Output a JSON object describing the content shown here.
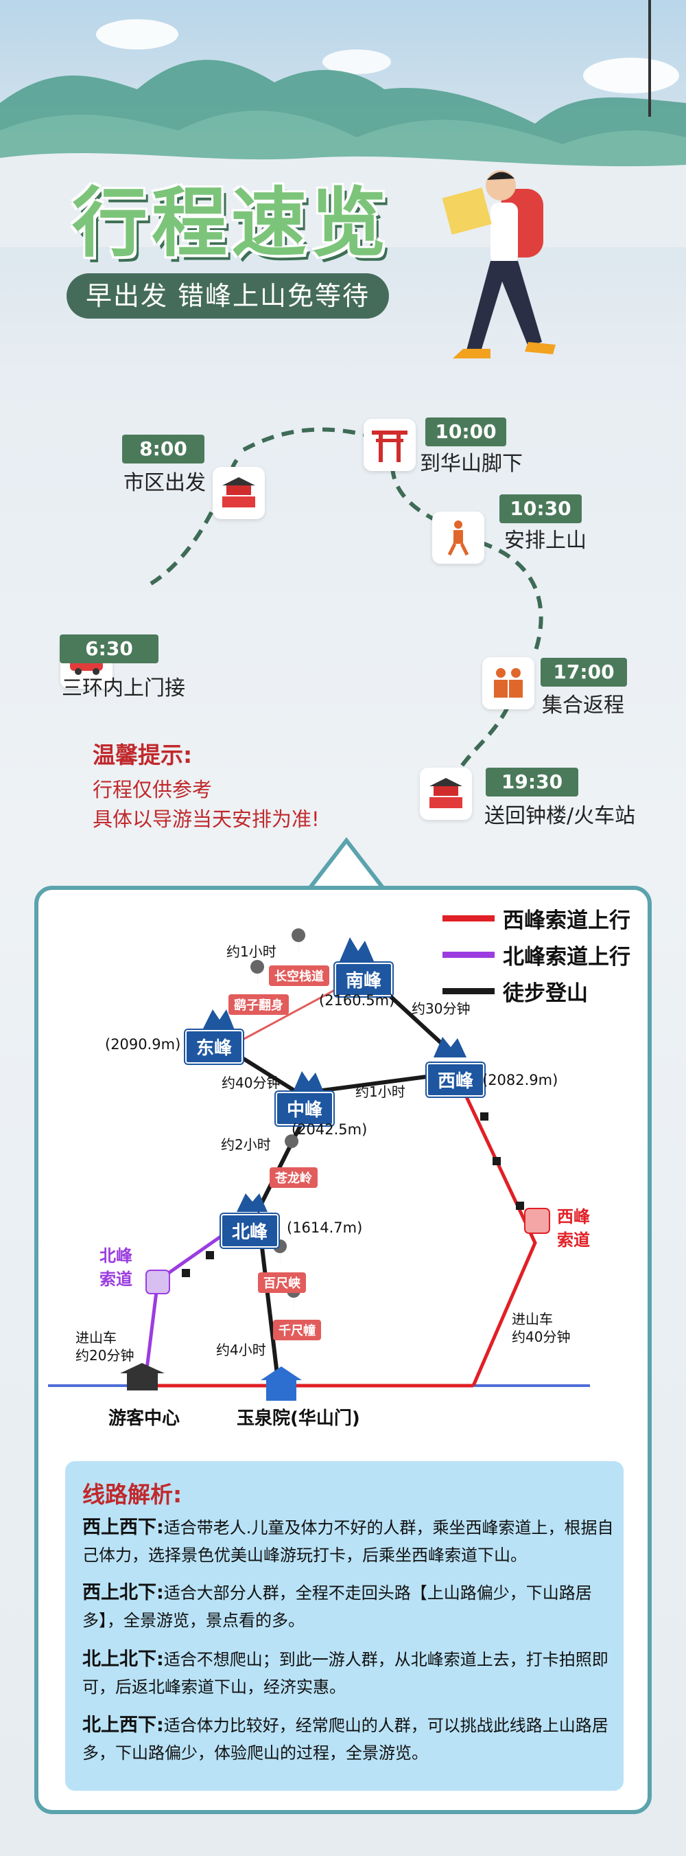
{
  "header": {
    "title": "行程速览",
    "subtitle": "早出发 错峰上山免等待"
  },
  "timeline": [
    {
      "time": "6:30",
      "desc": "三环内上门接",
      "icon": "car-icon"
    },
    {
      "time": "8:00",
      "desc": "市区出发",
      "icon": "city-gate-icon"
    },
    {
      "time": "10:00",
      "desc": "到华山脚下",
      "icon": "torii-gate-icon"
    },
    {
      "time": "10:30",
      "desc": "安排上山",
      "icon": "hiker-icon"
    },
    {
      "time": "17:00",
      "desc": "集合返程",
      "icon": "group-icon"
    },
    {
      "time": "19:30",
      "desc": "送回钟楼/火车站",
      "icon": "bell-tower-icon"
    }
  ],
  "tips": {
    "title": "温馨提示:",
    "lines": [
      "行程仅供参考",
      "具体以导游当天安排为准!"
    ]
  },
  "legend": [
    {
      "label": "西峰索道上行",
      "color": "#e11f26"
    },
    {
      "label": "北峰索道上行",
      "color": "#9b3ce0"
    },
    {
      "label": "徒步登山",
      "color": "#1a1a1a"
    }
  ],
  "peaks": {
    "south": {
      "name": "南峰",
      "elev": "(2160.5m)"
    },
    "east": {
      "name": "东峰",
      "elev": "(2090.9m)"
    },
    "west": {
      "name": "西峰",
      "elev": "(2082.9m)"
    },
    "center": {
      "name": "中峰",
      "elev": "(2042.5m)"
    },
    "north": {
      "name": "北峰",
      "elev": "(1614.7m)"
    }
  },
  "spots": [
    "长空栈道",
    "鹞子翻身",
    "苍龙岭",
    "百尺峡",
    "千尺幢"
  ],
  "durations": {
    "south_trail": "约1小时",
    "south_west": "约30分钟",
    "east_center": "约40分钟",
    "center_west": "约1小时",
    "center_north": "约2小时",
    "north_gate": "约4小时"
  },
  "cableways": {
    "north": "北峰\n索道",
    "west": "西峰\n索道",
    "north_bus": [
      "进山车",
      "约20分钟"
    ],
    "west_bus": [
      "进山车",
      "约40分钟"
    ]
  },
  "bases": {
    "visitor_center": "游客中心",
    "yuquan": "玉泉院(华山门)"
  },
  "analysis": {
    "title": "线路解析:",
    "items": [
      {
        "head": "西上西下:",
        "text": "适合带老人.儿童及体力不好的人群，乘坐西峰索道上，根据自己体力，选择景色优美山峰游玩打卡，后乘坐西峰索道下山。"
      },
      {
        "head": "西上北下:",
        "text": "适合大部分人群，全程不走回头路【上山路偏少，下山路居多】，全景游览，景点看的多。"
      },
      {
        "head": "北上北下:",
        "text": "适合不想爬山；到此一游人群，从北峰索道上去，打卡拍照即可，后返北峰索道下山，经济实惠。"
      },
      {
        "head": "北上西下:",
        "text": "适合体力比较好，经常爬山的人群，可以挑战此线路上山路居多，下山路偏少，体验爬山的过程，全景游览。"
      }
    ]
  }
}
